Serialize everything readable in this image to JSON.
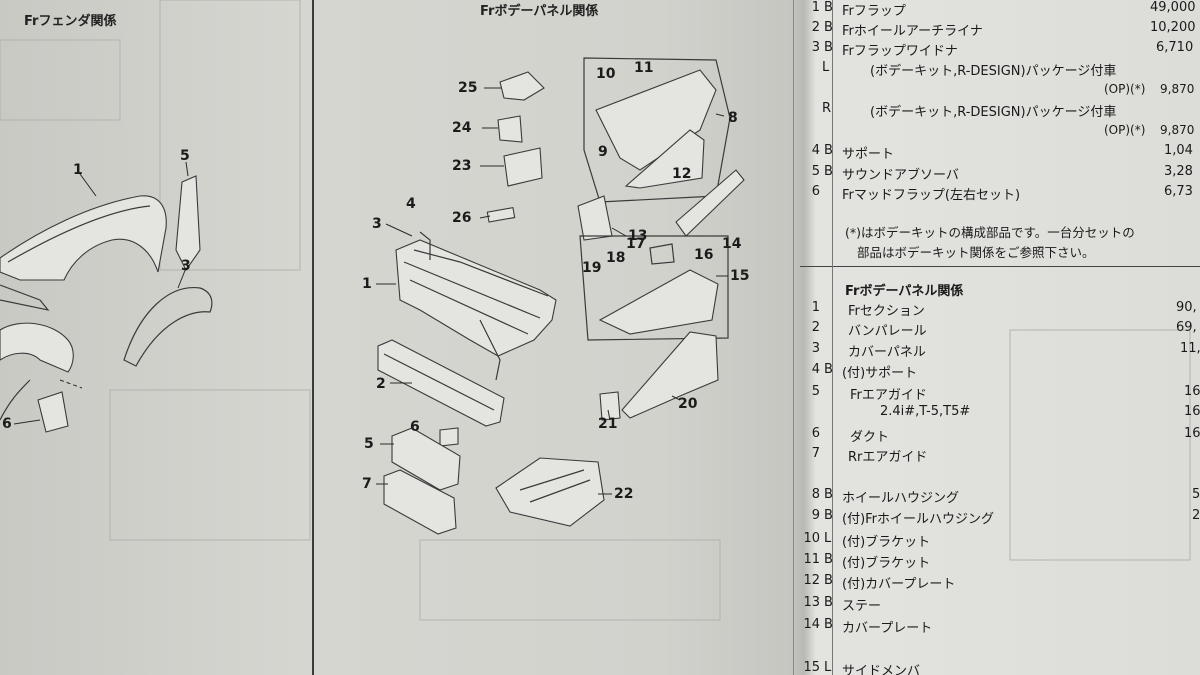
{
  "left_panel": {
    "title": "Frフェンダ関係",
    "callouts": [
      "1",
      "5",
      "3",
      "6"
    ]
  },
  "center_panel": {
    "title": "Frボデーパネル関係",
    "callouts": [
      "25",
      "24",
      "23",
      "26",
      "3",
      "4",
      "1",
      "2",
      "6",
      "5",
      "7",
      "10",
      "11",
      "8",
      "9",
      "12",
      "13",
      "14",
      "17",
      "16",
      "19",
      "18",
      "15",
      "21",
      "20",
      "22"
    ]
  },
  "list_top": [
    {
      "no": "1",
      "code": "B",
      "name": "Frフラップ",
      "price": "49,000"
    },
    {
      "no": "2",
      "code": "B",
      "name": "Frホイールアーチライナ",
      "price": "10,200"
    },
    {
      "no": "3",
      "code": "B",
      "name": "Frフラップワイドナ",
      "price": "6,710"
    },
    {
      "no": "",
      "code": "L",
      "name": "(ボデーキット,R-DESIGN)パッケージ付車",
      "price": ""
    },
    {
      "no": "",
      "code": "R",
      "name": "(ボデーキット,R-DESIGN)パッケージ付車",
      "price": ""
    },
    {
      "no": "4",
      "code": "B",
      "name": "サポート",
      "price": "1,04"
    },
    {
      "no": "5",
      "code": "B",
      "name": "サウンドアブソーバ",
      "price": "3,28"
    },
    {
      "no": "6",
      "code": "",
      "name": "Frマッドフラップ(左右セット)",
      "price": "6,73"
    }
  ],
  "options": [
    {
      "label": "(OP)(*)",
      "price": "9,870"
    },
    {
      "label": "(OP)(*)",
      "price": "9,870"
    }
  ],
  "notes": [
    "(*)はボデーキットの構成部品です。一台分セットの",
    "部品はボデーキット関係をご参照下さい。"
  ],
  "section2": "Frボデーパネル関係",
  "list_body": [
    {
      "no": "1",
      "code": "",
      "name": "Frセクション",
      "price": "90,"
    },
    {
      "no": "2",
      "code": "",
      "name": "バンパレール",
      "price": "69,"
    },
    {
      "no": "3",
      "code": "",
      "name": "カバーパネル",
      "price": "11,"
    },
    {
      "no": "4",
      "code": "B",
      "name": "(付)サポート",
      "price": ""
    },
    {
      "no": "5",
      "code": "",
      "name": "Frエアガイド",
      "price": "16"
    },
    {
      "no": "",
      "code": "",
      "name": "2.4i#,T-5,T5#",
      "price": "16"
    },
    {
      "no": "6",
      "code": "",
      "name": "ダクト",
      "price": "16"
    },
    {
      "no": "7",
      "code": "",
      "name": "Rrエアガイド",
      "price": ""
    },
    {
      "no": "8",
      "code": "B",
      "name": "ホイールハウジング",
      "price": "5"
    },
    {
      "no": "9",
      "code": "B",
      "name": "(付)Frホイールハウジング",
      "price": "2"
    },
    {
      "no": "10",
      "code": "L",
      "name": "(付)ブラケット",
      "price": ""
    },
    {
      "no": "11",
      "code": "B",
      "name": "(付)ブラケット",
      "price": ""
    },
    {
      "no": "12",
      "code": "B",
      "name": "(付)カバープレート",
      "price": ""
    },
    {
      "no": "13",
      "code": "B",
      "name": "ステー",
      "price": ""
    },
    {
      "no": "14",
      "code": "B",
      "name": "カバープレート",
      "price": ""
    },
    {
      "no": "15",
      "code": "L",
      "name": "サイドメンバ",
      "price": ""
    }
  ]
}
